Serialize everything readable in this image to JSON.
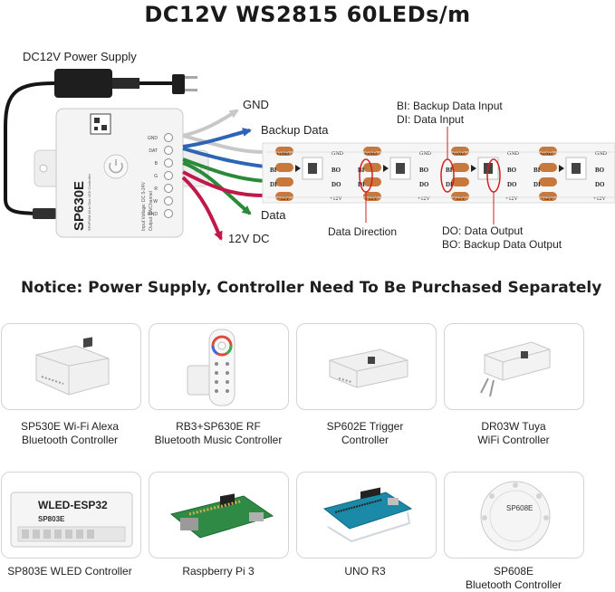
{
  "title": "DC12V WS2815 60LEDs/m",
  "power_supply_label": "DC12V Power Supply",
  "controller": {
    "model": "SP630E",
    "subtitle": "SPI/PWM All in One LED Controller",
    "input_text": "Input Voltage: DC 5-24V",
    "output_text": "Output: 8A/Channel",
    "pins": [
      "GND",
      "DAT",
      "B",
      "G",
      "R",
      "W",
      "GND"
    ]
  },
  "wires": {
    "gnd": "GND",
    "backup_data": "Backup Data",
    "data": "Data",
    "power": "12V DC"
  },
  "strip": {
    "pad_gnd": "GND",
    "pad_bi": "BI",
    "pad_di": "DI",
    "pad_bo": "BO",
    "pad_do": "DO",
    "pad_12v": "+12V"
  },
  "annotations": {
    "bi": "BI: Backup Data Input",
    "di": "DI: Data Input",
    "direction": "Data Direction",
    "do": "DO: Data Output",
    "bo": "BO: Backup Data Output"
  },
  "notice": "Notice: Power Supply, Controller Need To Be Purchased Separately",
  "products": [
    {
      "line1": "SP530E Wi-Fi Alexa",
      "line2": "Bluetooth Controller"
    },
    {
      "line1": "RB3+SP630E RF",
      "line2": "Bluetooth Music Controller"
    },
    {
      "line1": "SP602E Trigger",
      "line2": "Controller"
    },
    {
      "line1": "DR03W Tuya",
      "line2": "WiFi Controller"
    },
    {
      "line1": "SP803E WLED Controller",
      "line2": ""
    },
    {
      "line1": "Raspberry Pi 3",
      "line2": ""
    },
    {
      "line1": "UNO R3",
      "line2": ""
    },
    {
      "line1": "SP608E",
      "line2": "Bluetooth Controller"
    }
  ],
  "product_labels": {
    "wled_title": "WLED-ESP32",
    "wled_sub": "SP803E",
    "sp608e": "SP608E"
  },
  "colors": {
    "gnd_wire": "#c8c8c8",
    "backup_wire": "#2e64b4",
    "data_wire": "#2a8a3a",
    "power_wire": "#c0184a",
    "strip_copper": "#c8783a",
    "annotation": "#d21f1f"
  }
}
